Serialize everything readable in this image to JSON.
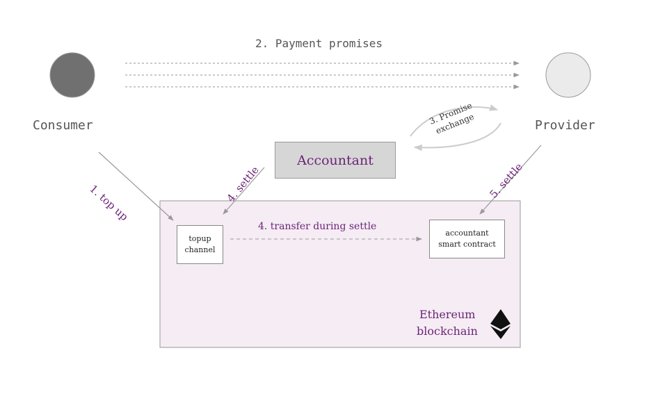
{
  "title": "2. Payment promises",
  "nodes": {
    "consumer": "Consumer",
    "provider": "Provider",
    "accountant": "Accountant",
    "topup_channel": [
      "topup",
      "channel"
    ],
    "accountant_contract": [
      "accountant",
      "smart contract"
    ],
    "blockchain": [
      "Ethereum",
      "blockchain"
    ]
  },
  "edges": {
    "top_up": "1. top up",
    "promise_exchange": [
      "3. Promise",
      "exchange"
    ],
    "settle_accountant": "4. settle",
    "transfer": "4. transfer during settle",
    "settle_provider": "5. settle"
  },
  "colors": {
    "consumer_fill": "#707070",
    "provider_fill": "#ebebeb",
    "accountant_fill": "#d6d6d6",
    "blockchain_fill": "#f5ecf4",
    "accent": "#6b2476",
    "arrow": "#999999"
  },
  "icons": {
    "blockchain_logo": "ethereum-icon"
  }
}
